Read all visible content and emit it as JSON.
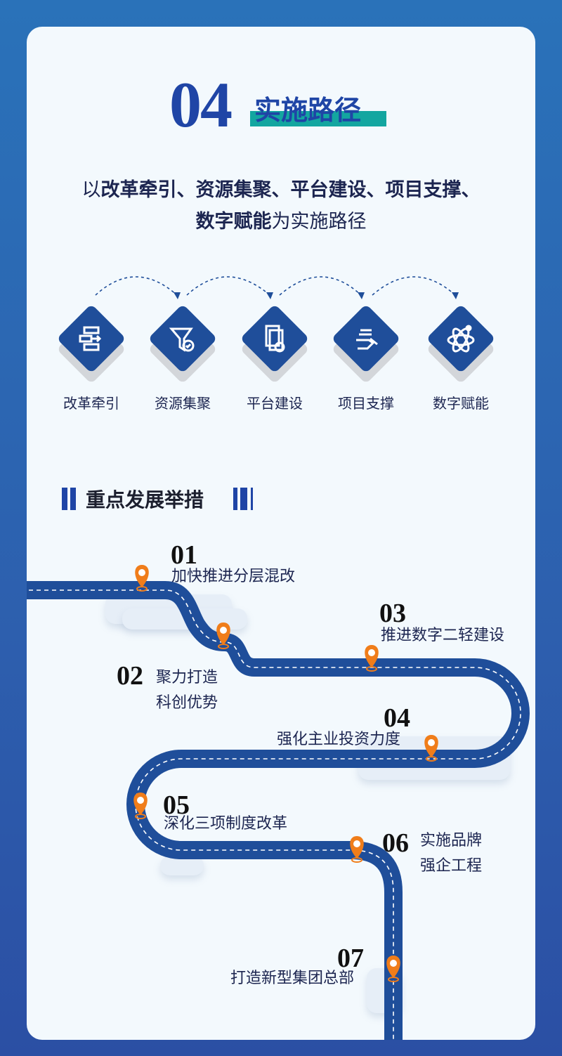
{
  "header": {
    "number": "04",
    "title": "实施路径"
  },
  "intro": {
    "prefix": "以",
    "b1": "改革牵引",
    "s1": "、",
    "b2": "资源集聚",
    "s2": "、",
    "b3": "平台建设",
    "s3": "、",
    "b4": "项目支撑",
    "s4": "、",
    "b5": "数字赋能",
    "suffix": "为实施路径"
  },
  "paths": [
    {
      "label": "改革牵引",
      "icon": "flow-chart-icon"
    },
    {
      "label": "资源集聚",
      "icon": "funnel-check-icon"
    },
    {
      "label": "平台建设",
      "icon": "documents-user-icon"
    },
    {
      "label": "项目支撑",
      "icon": "hand-support-icon"
    },
    {
      "label": "数字赋能",
      "icon": "atom-icon"
    }
  ],
  "section": {
    "title": "重点发展举措"
  },
  "measures": [
    {
      "num": "01",
      "text": "加快推进分层混改"
    },
    {
      "num": "02",
      "line1": "聚力打造",
      "line2": "科创优势"
    },
    {
      "num": "03",
      "text": "推进数字二轻建设"
    },
    {
      "num": "04",
      "text": "强化主业投资力度"
    },
    {
      "num": "05",
      "text": "深化三项制度改革"
    },
    {
      "num": "06",
      "line1": "实施品牌",
      "line2": "强企工程"
    },
    {
      "num": "07",
      "text": "打造新型集团总部"
    }
  ],
  "colors": {
    "primary": "#1f4e9a",
    "accent": "#13a6a0",
    "pin": "#f07d1a"
  }
}
